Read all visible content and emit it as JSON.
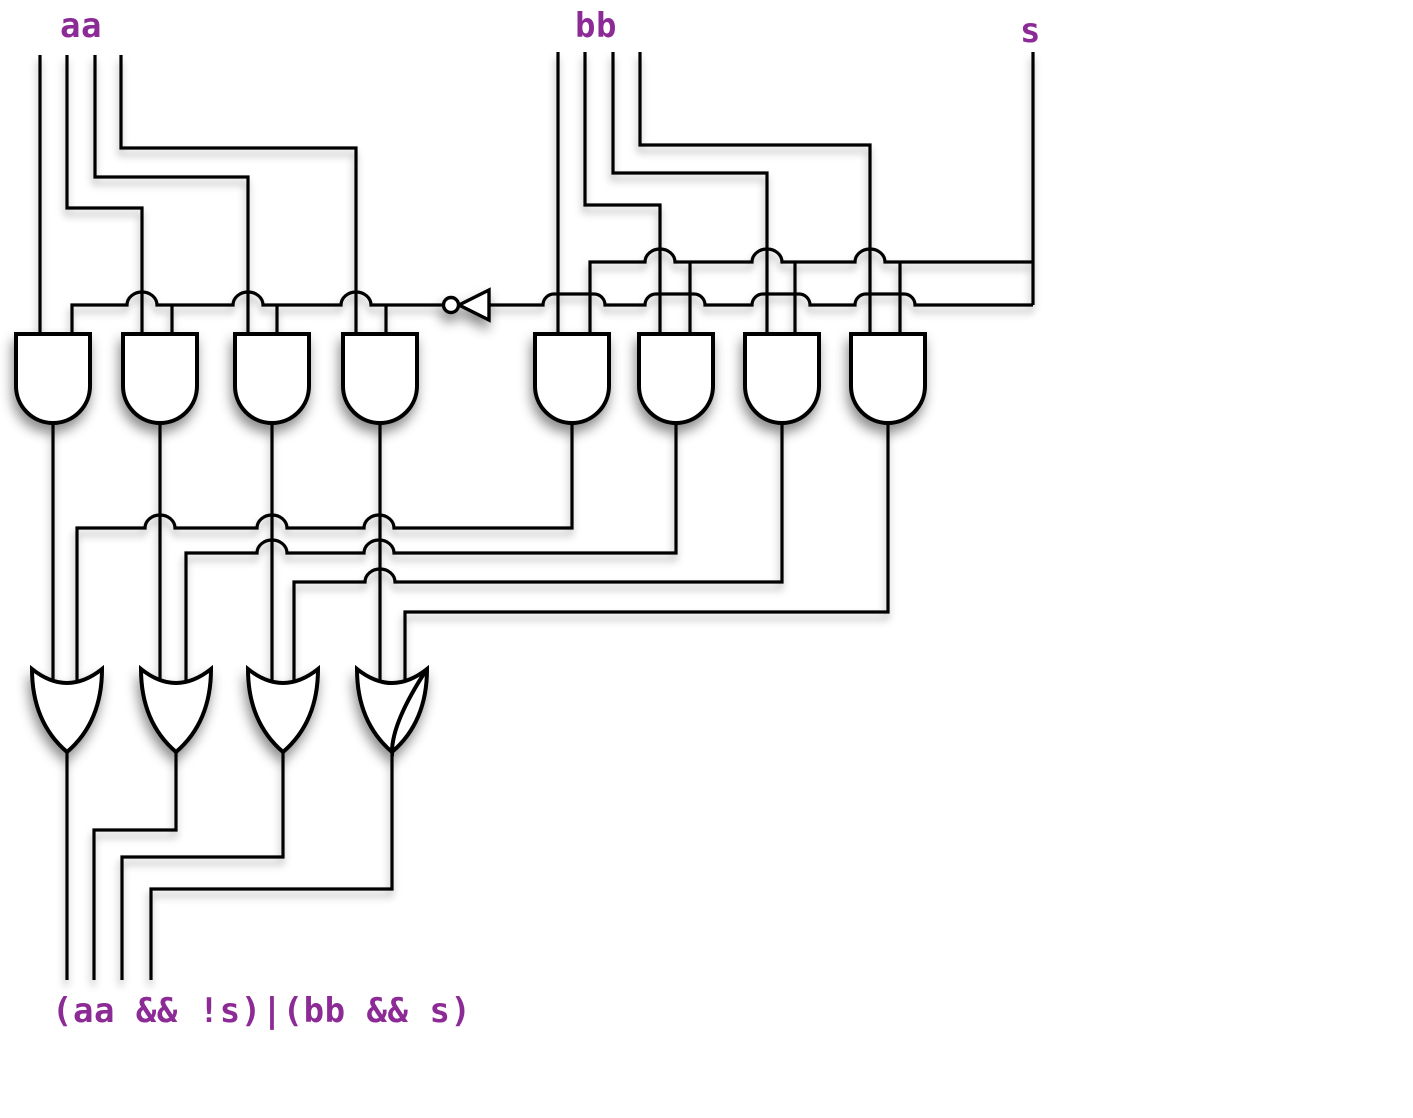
{
  "circuit": {
    "kind": "logic-gate-schematic",
    "description": "4-bit 2-to-1 multiplexer built from 8 AND gates, 4 OR gates and 1 NOT gate",
    "inputs": [
      {
        "label": "aa",
        "width_bits": 4
      },
      {
        "label": "bb",
        "width_bits": 4
      },
      {
        "label": "s",
        "width_bits": 1
      }
    ],
    "output_expression": "(aa && !s)|(bb && s)",
    "gates": [
      {
        "type": "NOT",
        "count": 1,
        "input": "s",
        "output": "!s"
      },
      {
        "type": "AND",
        "count": 8,
        "note": "left four gates compute aa[i] && !s, right four gates compute bb[i] && s"
      },
      {
        "type": "OR",
        "count": 4,
        "note": "or-gate i combines (aa[i] && !s) with (bb[i] && s)"
      }
    ]
  },
  "colors": {
    "label_text": "#8c2b96",
    "wire": "#000000",
    "gate_fill": "#ffffff",
    "background": "#ffffff"
  }
}
